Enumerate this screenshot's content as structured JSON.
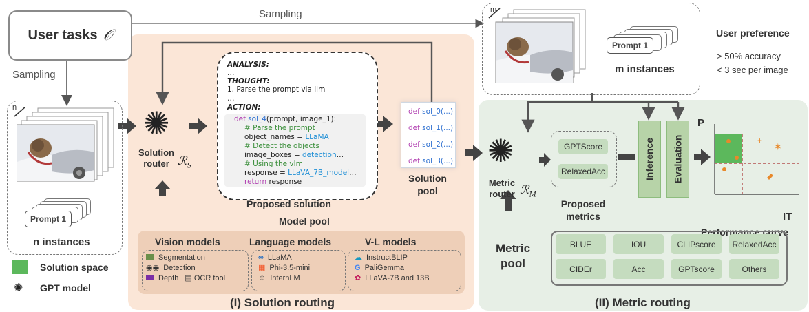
{
  "user_tasks": {
    "label": "User tasks",
    "symbol": "𝒪"
  },
  "sampling_top": "Sampling",
  "sampling_left": "Sampling",
  "n_badge": "n",
  "m_badge": "m",
  "prompt_label": "Prompt  1",
  "n_instances": "n instances",
  "m_instances": "m instances",
  "user_preference": {
    "title": "User preference",
    "line1": "> 50% accuracy",
    "line2": "< 3 sec per image"
  },
  "legend": {
    "solution_space": "Solution space",
    "gpt_model": "GPT model"
  },
  "solution_router": {
    "line1": "Solution",
    "line2": "router",
    "symbol": "ℛ",
    "sub": "S"
  },
  "metric_router": {
    "line1": "Metric",
    "line2": "router",
    "symbol": "ℛ",
    "sub": "M"
  },
  "code": {
    "analysis": "ANALYSIS:",
    "dots1": "…",
    "thought": "THOUGHT:",
    "step1": "1. Parse the prompt via llm",
    "dots2": "…",
    "action": "ACTION:",
    "l1_kw": "def",
    "l1_fn": "sol_4",
    "l1_rest": "(prompt, image_1):",
    "l2": "# Parse the prompt",
    "l3_a": "object_names = ",
    "l3_b": "LLaMA",
    "l4": "# Detect the objects",
    "l5_a": "image_boxes = ",
    "l5_b": "detection",
    "l6": "# Using the vlm",
    "l7_a": "response = ",
    "l7_b": "LLaVA_7B_model",
    "l8_kw": "return",
    "l8_rest": " response"
  },
  "proposed_solution": "Proposed solution",
  "solution_pool": {
    "items": [
      {
        "kw": "def",
        "fn": "sol_0(...)"
      },
      {
        "kw": "def",
        "fn": "sol_1(...)"
      },
      {
        "kw": "def",
        "fn": "sol_2(...)"
      },
      {
        "kw": "def",
        "fn": "sol_3(...)"
      }
    ],
    "label1": "Solution",
    "label2": "pool"
  },
  "model_pool": {
    "title": "Model pool",
    "vision": {
      "title": "Vision models",
      "items": [
        "Segmentation",
        "Detection",
        "Depth",
        "OCR tool"
      ]
    },
    "language": {
      "title": "Language models",
      "items": [
        "LLaMA",
        "Phi-3.5-mini",
        "InternLM"
      ]
    },
    "vl": {
      "title": "V-L models",
      "items": [
        "InstructBLIP",
        "PaliGemma",
        "LLaVA-7B and 13B"
      ]
    }
  },
  "section1": "(I) Solution routing",
  "section2": "(II) Metric routing",
  "proposed_metrics": {
    "items": [
      "GPTScore",
      "RelaxedAcc"
    ],
    "label1": "Proposed",
    "label2": "metrics"
  },
  "pillars": {
    "inference": "Inference",
    "evaluation": "Evaluation"
  },
  "chart": {
    "ylabel": "P",
    "xlabel": "IT",
    "caption": "Performance curve"
  },
  "metric_pool": {
    "label1": "Metric",
    "label2": "pool",
    "items": [
      "BLUE",
      "IOU",
      "CLIPscore",
      "RelaxedAcc",
      "CIDEr",
      "Acc",
      "GPTscore",
      "Others"
    ]
  },
  "colors": {
    "solution_bg": "#fbe6d7",
    "metric_bg": "#e7efe6",
    "solution_space": "#5cb85c",
    "arrow": "#444444",
    "accent_orange": "#e8892b"
  }
}
